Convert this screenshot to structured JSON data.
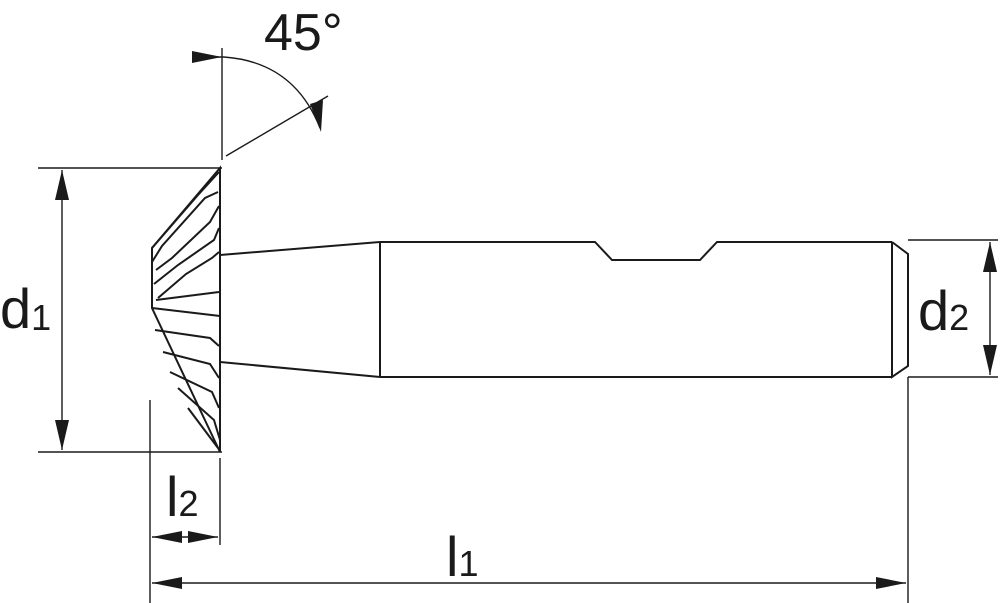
{
  "labels": {
    "angle": "45°",
    "d1": {
      "base": "d",
      "sub": "1"
    },
    "d2": {
      "base": "d",
      "sub": "2"
    },
    "l1": {
      "base": "l",
      "sub": "1"
    },
    "l2": {
      "base": "l",
      "sub": "2"
    }
  },
  "colors": {
    "line": "#1a1a1a",
    "background": "#ffffff"
  }
}
